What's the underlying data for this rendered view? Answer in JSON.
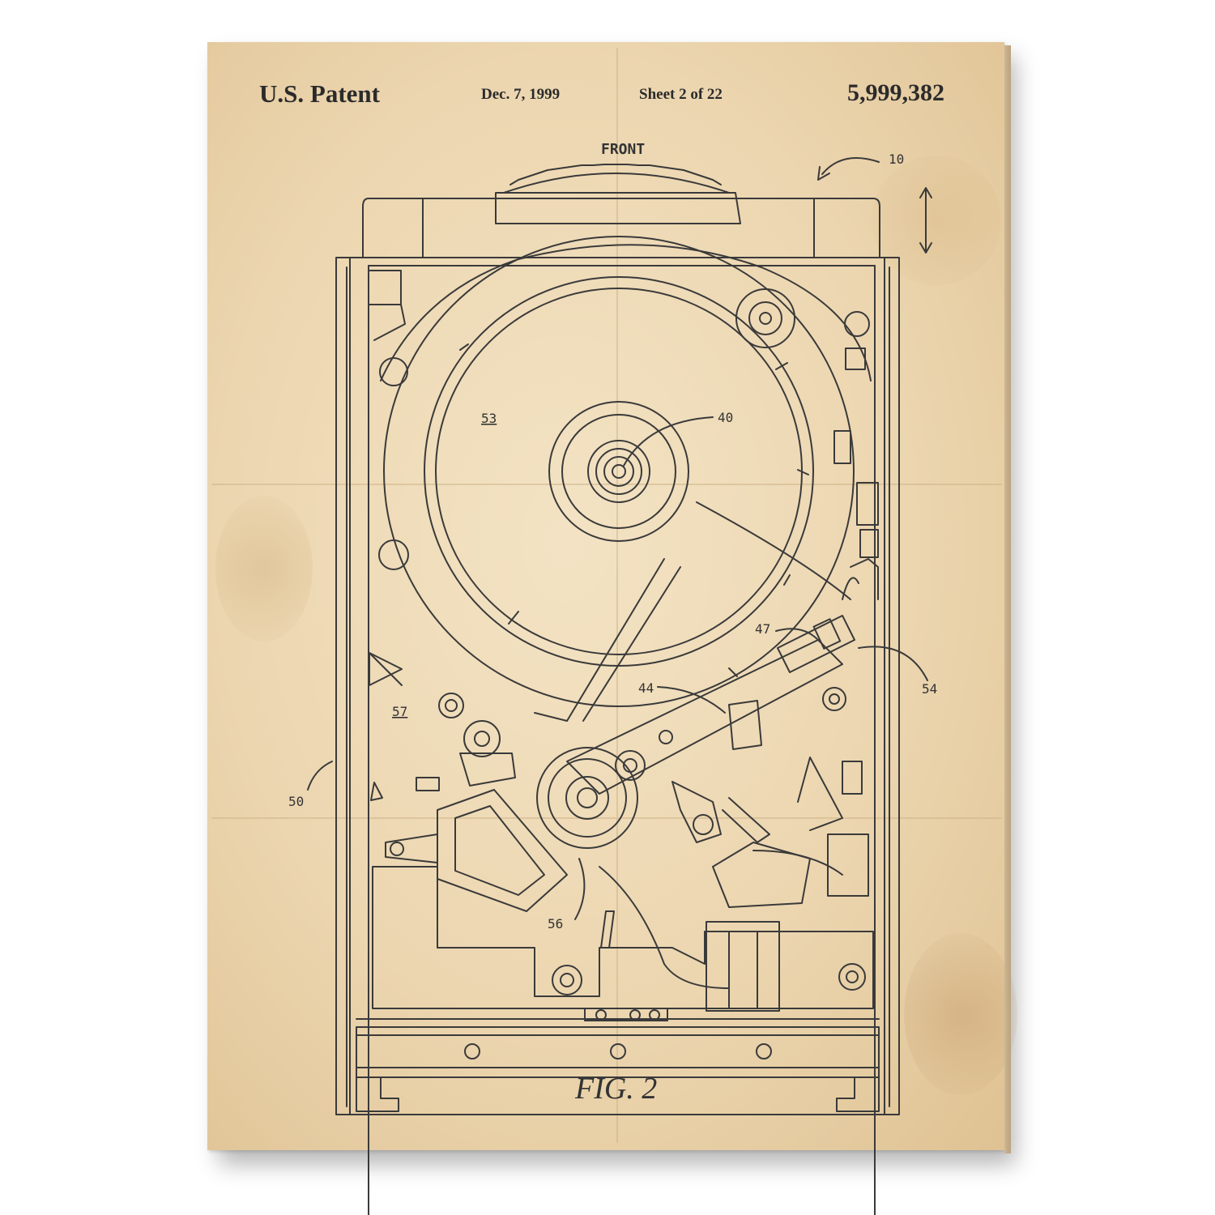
{
  "header": {
    "title": "U.S. Patent",
    "date": "Dec. 7, 1999",
    "sheet": "Sheet 2 of 22",
    "patent_number": "5,999,382"
  },
  "drawing": {
    "front_label": "FRONT",
    "figure_label": "FIG. 2",
    "reference_numerals": {
      "r10": "10",
      "r40": "40",
      "r44": "44",
      "r47": "47",
      "r50": "50",
      "r53": "53",
      "r54": "54",
      "r56": "56",
      "r57": "57"
    }
  },
  "colors": {
    "paper": "#ecd6b0",
    "ink": "#3a3a3a"
  }
}
